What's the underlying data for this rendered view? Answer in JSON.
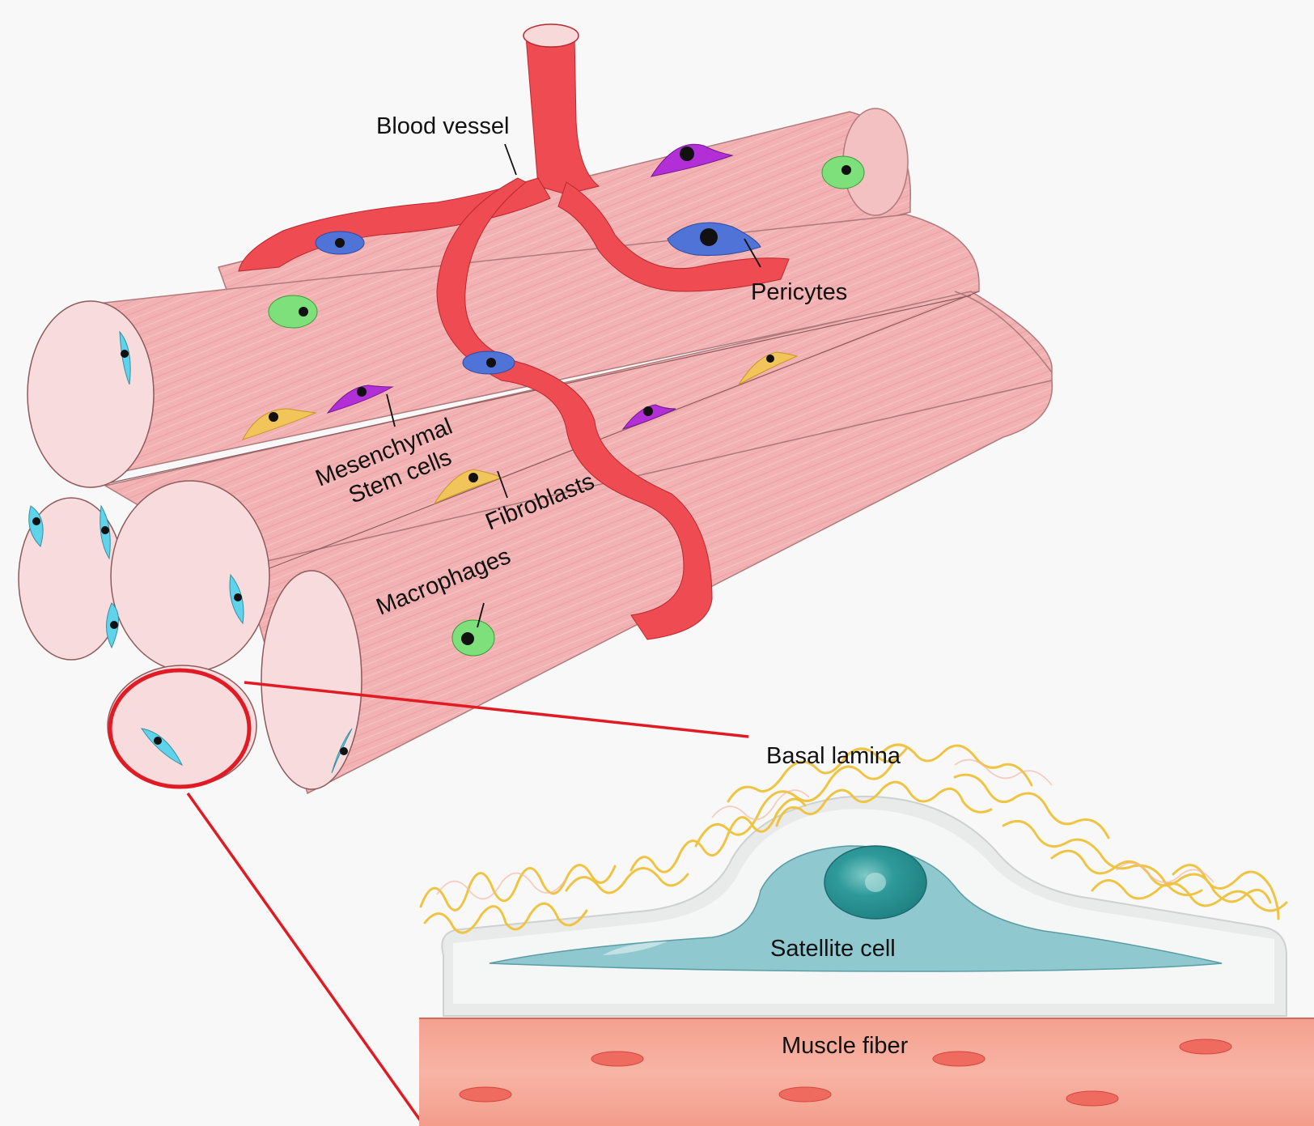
{
  "labels": {
    "blood_vessel": "Blood vessel",
    "pericytes": "Pericytes",
    "mesenchymal_line1": "Mesenchymal",
    "mesenchymal_line2": "Stem cells",
    "fibroblasts": "Fibroblasts",
    "macrophages": "Macrophages",
    "basal_lamina": "Basal lamina",
    "satellite_cell": "Satellite cell",
    "muscle_fiber": "Muscle fiber"
  },
  "colors": {
    "background": "#f8f8f8",
    "muscle": "#f2b3b4",
    "muscle_end": "#f8dcdd",
    "vessel": "#ef4b52",
    "pericyte": "#4f73d6",
    "macrophage": "#7ee07a",
    "msc": "#b22fd8",
    "fibroblast": "#f1c55a",
    "satellite_small": "#5ed3ea",
    "lamina": "#f0c23a",
    "satellite_cell": "#8fc9cf",
    "zoom_ring": "#e01b24",
    "muscle_fiber_band": "#f6a593",
    "nucleus_band": "#ef6b60"
  }
}
